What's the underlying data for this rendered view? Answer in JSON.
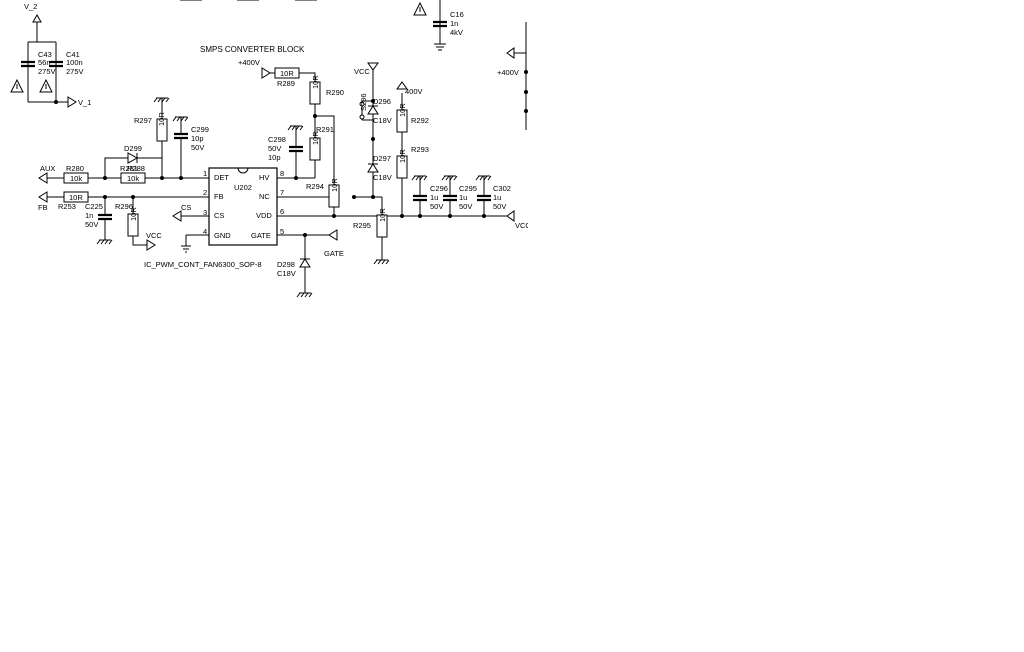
{
  "block_title": "SMPS CONVERTER BLOCK",
  "ic": {
    "ref": "U202",
    "part": "IC_PWM_CONT_FAN6300_SOP-8",
    "pins_left": [
      {
        "num": "1",
        "name": "DET"
      },
      {
        "num": "2",
        "name": "FB"
      },
      {
        "num": "3",
        "name": "CS"
      },
      {
        "num": "4",
        "name": "GND"
      }
    ],
    "pins_right": [
      {
        "num": "8",
        "name": "HV"
      },
      {
        "num": "7",
        "name": "NC"
      },
      {
        "num": "6",
        "name": "VDD"
      },
      {
        "num": "5",
        "name": "GATE"
      }
    ]
  },
  "nets": {
    "v2": "V_2",
    "v1": "V_1",
    "aux": "AUX",
    "fb": "FB",
    "cs": "CS",
    "vcc_a": "VCC",
    "vcc_b": "VCC",
    "vcc_c": "VCC",
    "gate": "GATE",
    "p400_a": "+400V",
    "p400_b": "400V",
    "p400_c": "+400V"
  },
  "resistors": {
    "r297": {
      "ref": "R297",
      "value": "10R"
    },
    "r289": {
      "ref": "R289",
      "value": "10R"
    },
    "r290": {
      "ref": "R290",
      "value": "10R"
    },
    "r291": {
      "ref": "R291",
      "value": "10R"
    },
    "r280": {
      "ref": "R280",
      "value": "10k"
    },
    "r281": {
      "ref": "R281",
      "value": "10k"
    },
    "r288": {
      "ref": "R288"
    },
    "r253": {
      "ref": "R253",
      "value": "10R"
    },
    "r296": {
      "ref": "R296",
      "value": "10R"
    },
    "r294": {
      "ref": "R294",
      "value": "10R"
    },
    "r292": {
      "ref": "R292",
      "value": "10R"
    },
    "r293": {
      "ref": "R293",
      "value": "10R"
    },
    "r295": {
      "ref": "R295",
      "value": "10R"
    }
  },
  "capacitors": {
    "c43": {
      "ref": "C43",
      "value": "56n",
      "voltage": "275V"
    },
    "c41": {
      "ref": "C41",
      "value": "100n",
      "voltage": "275V"
    },
    "c16": {
      "ref": "C16",
      "value": "1n",
      "voltage": "4kV"
    },
    "c299": {
      "ref": "C299",
      "value": "10p",
      "voltage": "50V"
    },
    "c298": {
      "ref": "C298",
      "value": "10p",
      "voltage": "50V"
    },
    "c225": {
      "ref": "C225",
      "value": "1n",
      "voltage": "50V"
    },
    "c296": {
      "ref": "C296",
      "value": "1u",
      "voltage": "50V"
    },
    "c295": {
      "ref": "C295",
      "value": "1u",
      "voltage": "50V"
    },
    "c302": {
      "ref": "C302",
      "value": "1u",
      "voltage": "50V"
    }
  },
  "diodes": {
    "d299": {
      "ref": "D299"
    },
    "d296": {
      "ref": "D296",
      "value": "C18V"
    },
    "d297": {
      "ref": "D297",
      "value": "C18V"
    },
    "d298": {
      "ref": "D298",
      "value": "C18V"
    }
  },
  "jumper": {
    "ref": "S296"
  }
}
